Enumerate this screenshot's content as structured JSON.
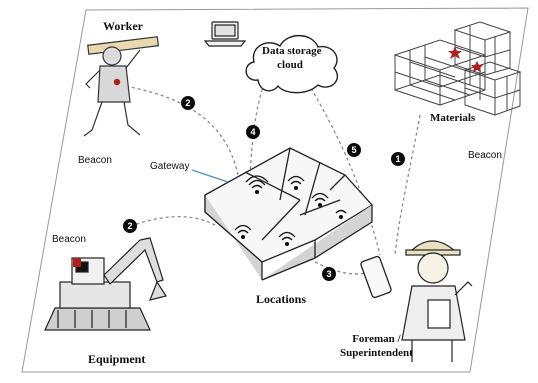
{
  "nodes": {
    "worker": "Worker",
    "cloud_line1": "Data storage",
    "cloud_line2": "cloud",
    "materials": "Materials",
    "gateway": "Gateway",
    "locations": "Locations",
    "equipment": "Equipment",
    "foreman_line1": "Foreman /",
    "foreman_line2": "Superintendent",
    "beacon_worker": "Beacon",
    "beacon_equipment": "Beacon",
    "beacon_materials": "Beacon"
  },
  "steps": [
    "1",
    "2",
    "2",
    "3",
    "4",
    "5"
  ],
  "icons": [
    "worker-figure",
    "laptop-icon",
    "cloud-icon",
    "scaffold-frames",
    "building-floorplan",
    "wifi-icon",
    "excavator-icon",
    "smartphone-icon",
    "foreman-figure",
    "star-icon"
  ],
  "colors": {
    "accent_red": "#b01e1e",
    "line": "#222222",
    "dashed": "#8a8a8a",
    "badge": "#0b0b0b"
  }
}
